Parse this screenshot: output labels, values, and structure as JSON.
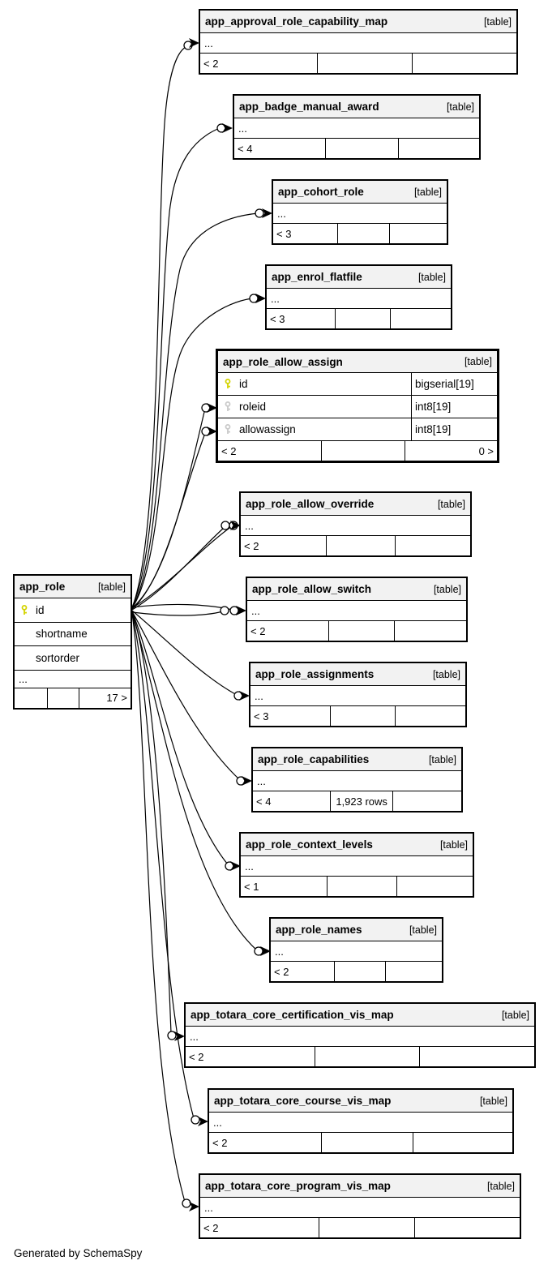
{
  "generator_note": "Generated by SchemaSpy",
  "tag_label": "[table]",
  "ellipsis": "...",
  "colors": {
    "header_bg": "#f2f2f2",
    "border": "#000000",
    "primary_key": "#d4d400",
    "secondary_key": "#c9c9c9",
    "background": "#ffffff"
  },
  "main_table": {
    "name": "app_role",
    "tag": "[table]",
    "columns": [
      {
        "name": "id",
        "key": "primary"
      },
      {
        "name": "shortname",
        "key": null
      },
      {
        "name": "sortorder",
        "key": null
      }
    ],
    "ellipsis": "...",
    "footer": [
      "",
      "",
      "17 >"
    ]
  },
  "tables": [
    {
      "name": "app_approval_role_capability_map",
      "tag": "[table]",
      "ellipsis": "...",
      "footer": [
        "< 2",
        "",
        ""
      ]
    },
    {
      "name": "app_badge_manual_award",
      "tag": "[table]",
      "ellipsis": "...",
      "footer": [
        "< 4",
        "",
        ""
      ]
    },
    {
      "name": "app_cohort_role",
      "tag": "[table]",
      "ellipsis": "...",
      "footer": [
        "< 3",
        "",
        ""
      ]
    },
    {
      "name": "app_enrol_flatfile",
      "tag": "[table]",
      "ellipsis": "...",
      "footer": [
        "< 3",
        "",
        ""
      ]
    },
    {
      "name": "app_role_allow_assign",
      "tag": "[table]",
      "highlighted": true,
      "columns": [
        {
          "name": "id",
          "type": "bigserial[19]",
          "key": "primary"
        },
        {
          "name": "roleid",
          "type": "int8[19]",
          "key": "secondary"
        },
        {
          "name": "allowassign",
          "type": "int8[19]",
          "key": "secondary"
        }
      ],
      "footer": [
        "< 2",
        "",
        "0 >"
      ]
    },
    {
      "name": "app_role_allow_override",
      "tag": "[table]",
      "ellipsis": "...",
      "footer": [
        "< 2",
        "",
        ""
      ]
    },
    {
      "name": "app_role_allow_switch",
      "tag": "[table]",
      "ellipsis": "...",
      "footer": [
        "< 2",
        "",
        ""
      ]
    },
    {
      "name": "app_role_assignments",
      "tag": "[table]",
      "ellipsis": "...",
      "footer": [
        "< 3",
        "",
        ""
      ]
    },
    {
      "name": "app_role_capabilities",
      "tag": "[table]",
      "ellipsis": "...",
      "footer": [
        "< 4",
        "1,923 rows",
        ""
      ]
    },
    {
      "name": "app_role_context_levels",
      "tag": "[table]",
      "ellipsis": "...",
      "footer": [
        "< 1",
        "",
        ""
      ]
    },
    {
      "name": "app_role_names",
      "tag": "[table]",
      "ellipsis": "...",
      "footer": [
        "< 2",
        "",
        ""
      ]
    },
    {
      "name": "app_totara_core_certification_vis_map",
      "tag": "[table]",
      "ellipsis": "...",
      "footer": [
        "< 2",
        "",
        ""
      ]
    },
    {
      "name": "app_totara_core_course_vis_map",
      "tag": "[table]",
      "ellipsis": "...",
      "footer": [
        "< 2",
        "",
        ""
      ]
    },
    {
      "name": "app_totara_core_program_vis_map",
      "tag": "[table]",
      "ellipsis": "...",
      "footer": [
        "< 2",
        "",
        ""
      ]
    }
  ],
  "relationships": {
    "source": "app_role.id",
    "targets": [
      {
        "table": "app_approval_role_capability_map",
        "links": 1
      },
      {
        "table": "app_badge_manual_award",
        "links": 1
      },
      {
        "table": "app_cohort_role",
        "links": 1
      },
      {
        "table": "app_enrol_flatfile",
        "links": 1
      },
      {
        "table": "app_role_allow_assign",
        "links": 2,
        "columns": [
          "roleid",
          "allowassign"
        ]
      },
      {
        "table": "app_role_allow_override",
        "links": 2
      },
      {
        "table": "app_role_allow_switch",
        "links": 2
      },
      {
        "table": "app_role_assignments",
        "links": 1
      },
      {
        "table": "app_role_capabilities",
        "links": 1
      },
      {
        "table": "app_role_context_levels",
        "links": 1
      },
      {
        "table": "app_role_names",
        "links": 1
      },
      {
        "table": "app_totara_core_certification_vis_map",
        "links": 1
      },
      {
        "table": "app_totara_core_course_vis_map",
        "links": 1
      },
      {
        "table": "app_totara_core_program_vis_map",
        "links": 1
      }
    ]
  }
}
